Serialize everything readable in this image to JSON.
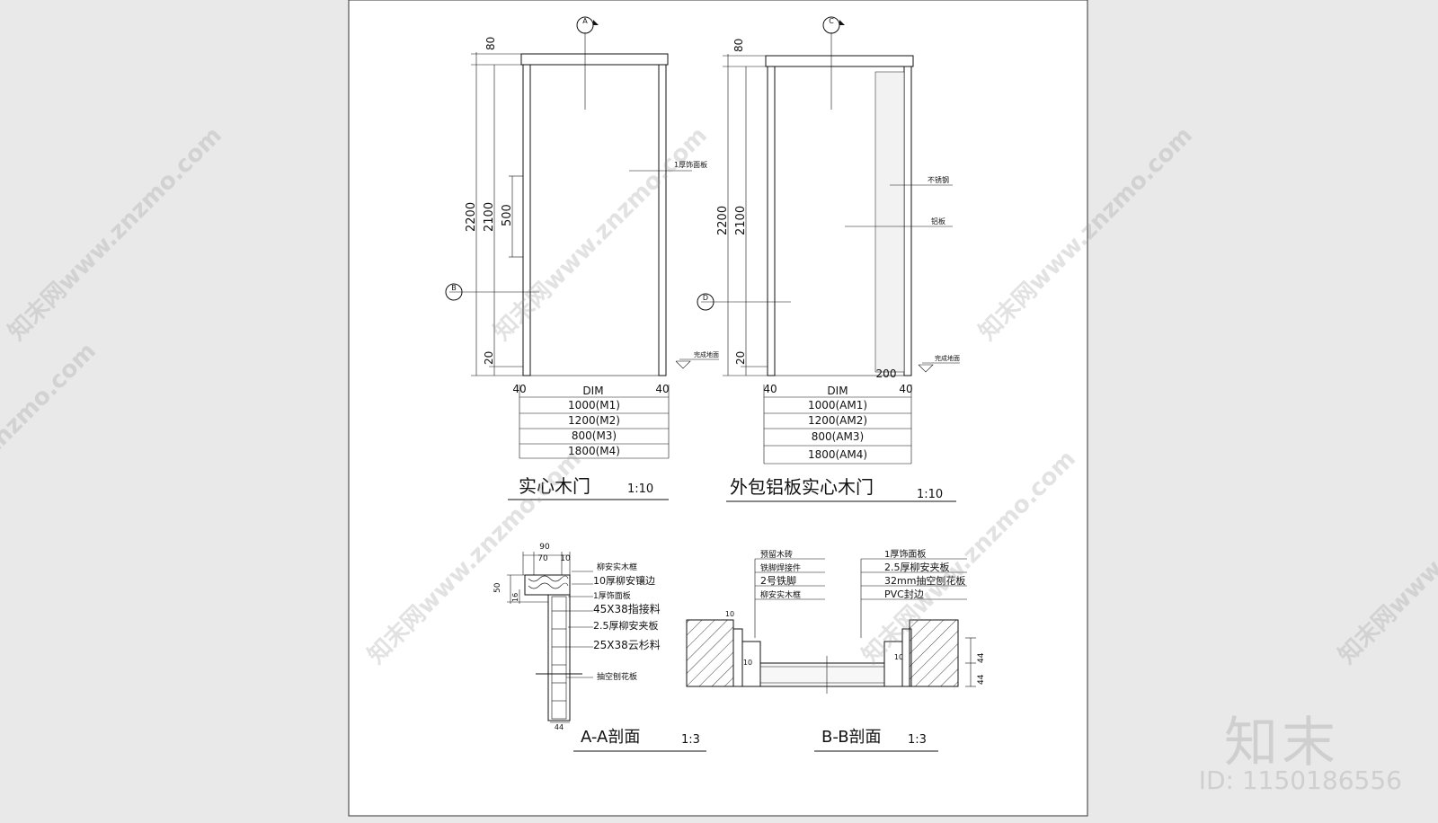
{
  "door1": {
    "title": "实心木门",
    "scale": "1:10",
    "section_marks": [
      "A",
      "B"
    ],
    "dims_vertical": [
      "80",
      "2200",
      "2100",
      "500",
      "20"
    ],
    "dims_horizontal": [
      "40",
      "40"
    ],
    "dim_label": "DIM",
    "widths": [
      "1000(M1)",
      "1200(M2)",
      "800(M3)",
      "1800(M4)"
    ],
    "callout_panel": "1厚饰面板",
    "floor": "完成地面"
  },
  "door2": {
    "title": "外包铝板实心木门",
    "scale": "1:10",
    "section_marks": [
      "C",
      "D"
    ],
    "dims_vertical": [
      "80",
      "2200",
      "2100",
      "20"
    ],
    "dims_horizontal": [
      "40",
      "40",
      "200"
    ],
    "dim_label": "DIM",
    "widths": [
      "1000(AM1)",
      "1200(AM2)",
      "800(AM3)",
      "1800(AM4)"
    ],
    "callout_steel": "不锈钢",
    "callout_alu": "铝板",
    "floor": "完成地面"
  },
  "sectionA": {
    "title": "A-A剖面",
    "scale": "1:3",
    "dims": [
      "90",
      "70",
      "10",
      "50",
      "16",
      "44"
    ],
    "labels": [
      "柳安实木框",
      "10厚柳安镶边",
      "1厚饰面板",
      "45X38指接料",
      "2.5厚柳安夹板",
      "25X38云杉料",
      "抽空刨花板"
    ]
  },
  "sectionB": {
    "title": "B-B剖面",
    "scale": "1:3",
    "dims_left": [
      "10",
      "10"
    ],
    "dims_right": [
      "44",
      "44",
      "10"
    ],
    "labels_left": [
      "预留木砖",
      "铁脚焊接件",
      "2号铁脚",
      "柳安实木框"
    ],
    "labels_right": [
      "1厚饰面板",
      "2.5厚柳安夹板",
      "32mm抽空刨花板",
      "PVC封边"
    ]
  },
  "watermark": {
    "text": "知末网www.znzmo.com",
    "brand": "知末",
    "id": "ID: 1150186556"
  }
}
